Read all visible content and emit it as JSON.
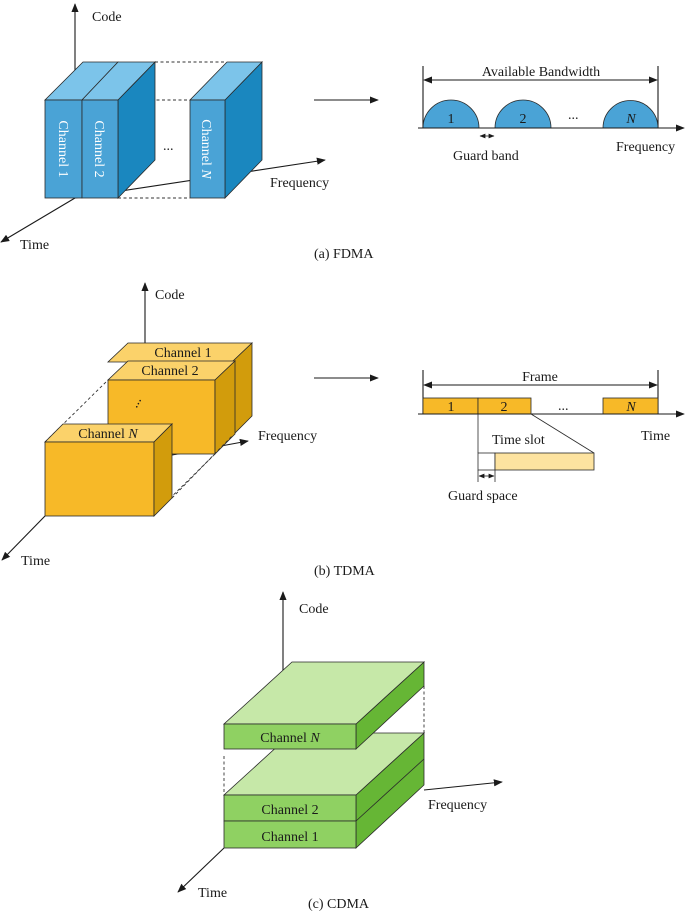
{
  "axes": {
    "code": "Code",
    "frequency": "Frequency",
    "time": "Time"
  },
  "ellipsis": "...",
  "fdma": {
    "caption": "(a) FDMA",
    "channels": [
      "Channel 1",
      "Channel 2",
      "Channel N"
    ],
    "spectrum": {
      "span_label": "Available Bandwidth",
      "bands": [
        "1",
        "2",
        "N"
      ],
      "guard_label": "Guard band",
      "axis_label": "Frequency"
    }
  },
  "tdma": {
    "caption": "(b) TDMA",
    "channels": [
      "Channel 1",
      "Channel 2",
      "Channel N"
    ],
    "frame": {
      "span_label": "Frame",
      "slots": [
        "1",
        "2",
        "N"
      ],
      "axis_label": "Time",
      "slot_label": "Time slot",
      "guard_label": "Guard space"
    }
  },
  "cdma": {
    "caption": "(c) CDMA",
    "channels": [
      "Channel N",
      "Channel 2",
      "Channel 1"
    ]
  },
  "colors": {
    "fdma_front": "#4aa3d6",
    "fdma_top": "#7cc4ea",
    "fdma_side": "#1a87bf",
    "tdma_front": "#f7b928",
    "tdma_top": "#fbd26a",
    "tdma_side": "#d29c0c",
    "tdma_guard": "#fde3a0",
    "cdma_front": "#8fd162",
    "cdma_top": "#c6e8a8",
    "cdma_side": "#66b635"
  }
}
